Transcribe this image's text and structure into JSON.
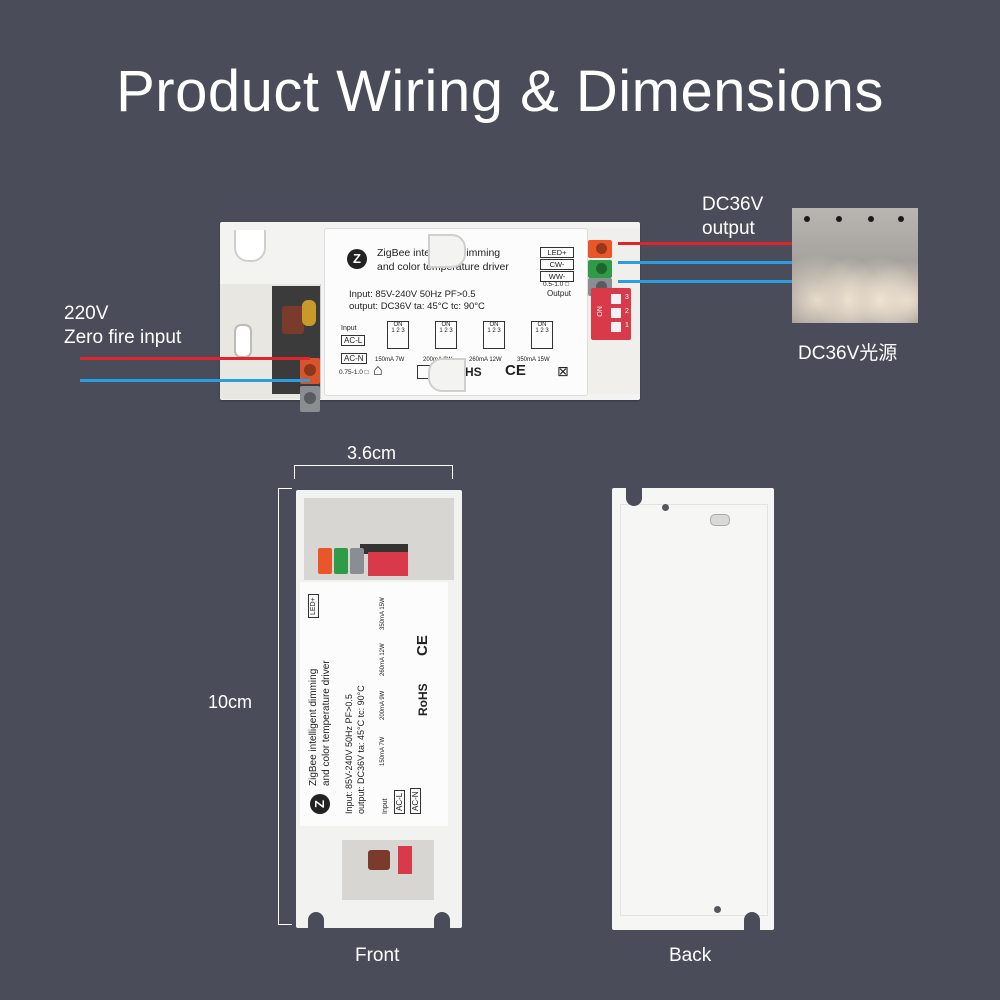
{
  "title": "Product Wiring & Dimensions",
  "wiring": {
    "input_label_line1": "220V",
    "input_label_line2": "Zero fire input",
    "output_label_line1": "DC36V",
    "output_label_line2": "output",
    "light_source_label": "DC36V光源"
  },
  "driver_label": {
    "product_line1": "ZigBee intelligent dimming",
    "product_line2": "and color temperature driver",
    "input_spec": "Input:  85V-240V 50Hz    PF>0.5",
    "output_spec": "output:  DC36V ta:  45°C tc:  90°C",
    "output_terminals": [
      "LED+",
      "CW-",
      "WW-"
    ],
    "output_wire_size": "0.5-1.0 □",
    "output_title": "Output",
    "input_title": "Input",
    "input_terminals": [
      "AC-L",
      "AC-N"
    ],
    "input_wire_size": "0.75-1.0 □",
    "switch_settings": [
      {
        "on": "ON",
        "nums": "1 2 3",
        "caption": "150mA 7W"
      },
      {
        "on": "ON",
        "nums": "1 2 3",
        "caption": "200mA 9W"
      },
      {
        "on": "ON",
        "nums": "1 2 3",
        "caption": "260mA 12W"
      },
      {
        "on": "ON",
        "nums": "1 2 3",
        "caption": "350mA 15W"
      }
    ],
    "rohs": "RoHS",
    "ce": "CE",
    "zigbee_mark": "Z",
    "dip_on": "ON",
    "dip_numbers": [
      "1",
      "2",
      "3"
    ]
  },
  "dimensions": {
    "width": "3.6cm",
    "length": "10cm"
  },
  "views": {
    "front": "Front",
    "back": "Back"
  },
  "colors": {
    "background": "#4a4d59",
    "live_wire": "#e0242c",
    "neutral_wire": "#2a9fe0"
  },
  "icons": [
    "zigbee-logo-icon",
    "house-icon",
    "double-insulation-icon",
    "ce-mark-icon",
    "weee-bin-icon"
  ]
}
